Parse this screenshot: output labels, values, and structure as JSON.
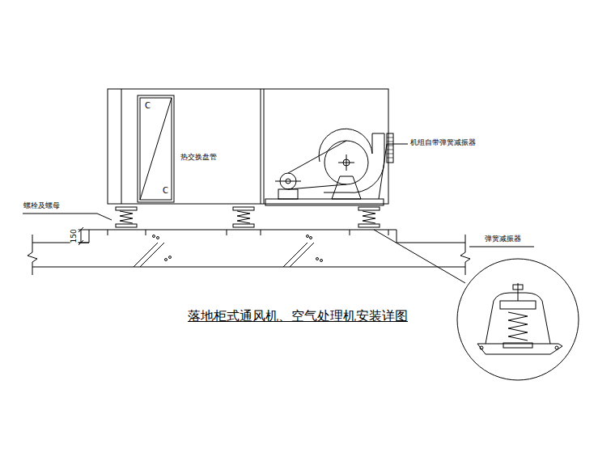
{
  "diagram": {
    "title": "落地柜式通风机、空气处理机安装详图",
    "labels": [
      "C",
      "C",
      "热交换盘管",
      "机组自带弹簧减振器",
      "螺栓及螺母",
      "150",
      "弹簧减振器"
    ]
  }
}
